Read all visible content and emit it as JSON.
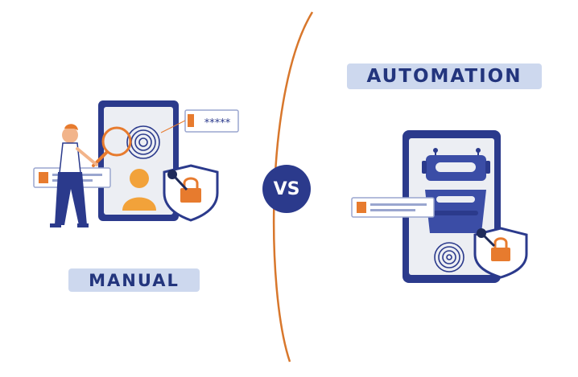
{
  "labels": {
    "automation": "AUTOMATION",
    "manual": "MANUAL",
    "versus": "VS"
  },
  "password_mask": "*****",
  "colors": {
    "navy": "#2b3a8c",
    "label_bg": "#cdd8ee",
    "label_text": "#23357d",
    "accent_orange": "#e77b2e",
    "phone_light": "#eceef3",
    "divider": "#d8772c"
  },
  "icons": [
    "fingerprint-icon",
    "user-icon",
    "lock-icon",
    "key-icon",
    "shield-icon",
    "magnifier-icon",
    "robot-icon",
    "id-card-icon"
  ]
}
